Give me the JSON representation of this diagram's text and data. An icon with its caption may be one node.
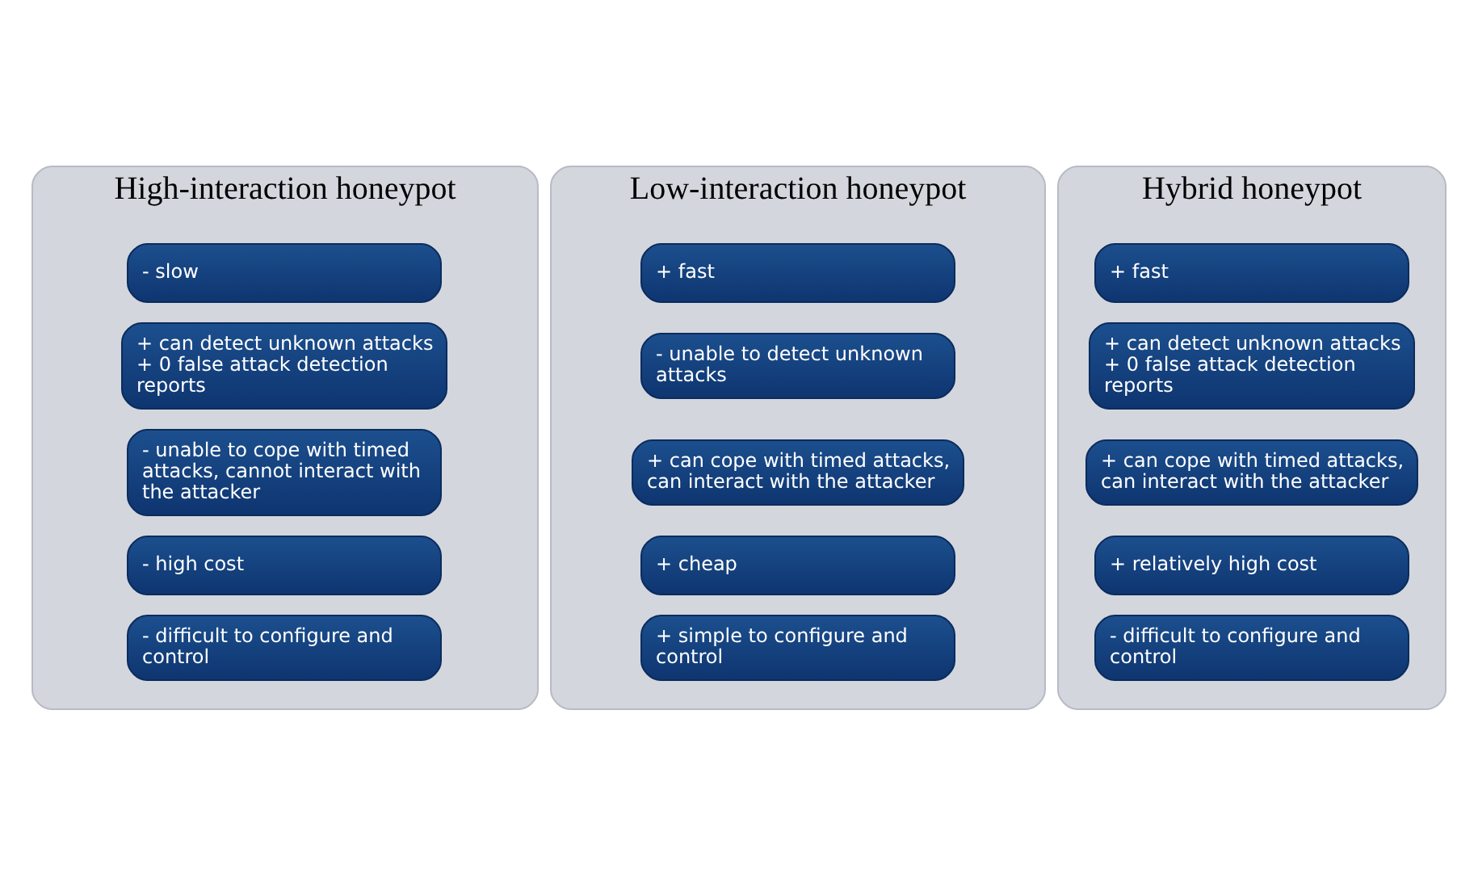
{
  "diagram": {
    "nodes": [
      {
        "text": [
          "High-interaction honeypot"
        ]
      },
      {
        "text": [
          "- slow"
        ],
        "in": 0
      },
      {
        "text": [
          "+ can detect unknown attacks",
          "+ 0 false attack detection reports"
        ],
        "in": 0
      },
      {
        "text": [
          "- unable to cope with timed attacks, cannot interact with the attacker"
        ],
        "in": 0
      },
      {
        "text": [
          "- high cost"
        ],
        "in": 0
      },
      {
        "text": [
          "- difficult to configure and control"
        ],
        "in": 0
      },
      {
        "text": [
          "Low-interaction honeypot"
        ]
      },
      {
        "text": [
          "+ fast"
        ],
        "in": 6
      },
      {
        "text": [
          "- unable to detect unknown attacks"
        ],
        "in": 6
      },
      {
        "text": [
          "+ can cope with timed attacks, can interact with the attacker"
        ],
        "in": 6
      },
      {
        "text": [
          "+ cheap"
        ],
        "in": 6
      },
      {
        "text": [
          "+ simple to configure and control"
        ],
        "in": 6
      },
      {
        "text": [
          "Hybrid honeypot"
        ]
      },
      {
        "text": [
          "+ fast"
        ],
        "in": 12
      },
      {
        "text": [
          "+ can detect unknown attacks",
          "+ 0 false attack detection reports"
        ],
        "in": 12
      },
      {
        "text": [
          "+ can cope with timed attacks, can interact with the attacker"
        ],
        "in": 12
      },
      {
        "text": [
          "+ relatively high cost"
        ],
        "in": 12
      },
      {
        "text": [
          "- difficult to configure and control"
        ],
        "in": 12
      }
    ],
    "edges": []
  }
}
